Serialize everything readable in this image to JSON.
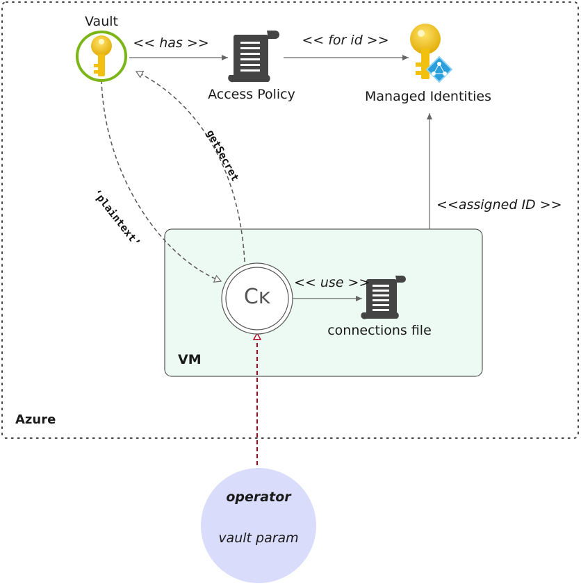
{
  "regions": {
    "azure_label": "Azure",
    "vm_label": "VM"
  },
  "nodes": {
    "vault_label": "Vault",
    "access_policy_label": "Access Policy",
    "managed_identities_label": "Managed Identities",
    "ck_label": "Cĸ",
    "connections_file_label": "connections file",
    "operator_title": "operator",
    "operator_subtitle": "vault param"
  },
  "edges": {
    "has": "<< has >>",
    "for_id": "<< for id >>",
    "assigned_id": "<<assigned ID >>",
    "use": "<< use >>",
    "get_secret": "getSecret",
    "plaintext": "‘plaintext’"
  },
  "colors": {
    "vm_fill": "#edfaf3",
    "operator_fill": "#d9dcfb",
    "operator_arrow": "#b00020",
    "vault_gold": "#f2c10f",
    "vault_ring": "#7cb518",
    "doc_icon": "#444444",
    "identity_badge": "#2b9fdc"
  },
  "icons": {
    "vault": "vault-key-icon",
    "access_policy": "scroll-document-icon",
    "managed_identities": "key-identity-icon",
    "connections_file": "scroll-document-icon"
  }
}
